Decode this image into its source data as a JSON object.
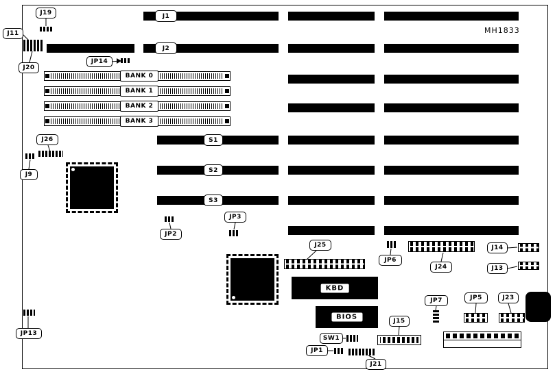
{
  "board": {
    "part_number": "MH1833"
  },
  "colors": {
    "background": "#ffffff",
    "line": "#000000",
    "slot_fill": "#000000",
    "chip_fill": "#000000"
  },
  "callouts": {
    "j19": "J19",
    "j11": "J11",
    "j20": "J20",
    "jp14": "JP14",
    "j1": "J1",
    "j2": "J2",
    "bank0": "BANK 0",
    "bank1": "BANK 1",
    "bank2": "BANK 2",
    "bank3": "BANK 3",
    "j26": "J26",
    "j9": "J9",
    "s1": "S1",
    "s2": "S2",
    "s3": "S3",
    "jp2": "JP2",
    "jp3": "JP3",
    "j25": "J25",
    "jp6": "JP6",
    "j24": "J24",
    "j14": "J14",
    "j13": "J13",
    "jp7": "JP7",
    "jp5": "JP5",
    "j23": "J23",
    "kbd": "KBD",
    "bios": "BIOS",
    "j15": "J15",
    "jp13": "JP13",
    "sw1": "SW1",
    "jp1": "JP1",
    "j21": "J21"
  }
}
